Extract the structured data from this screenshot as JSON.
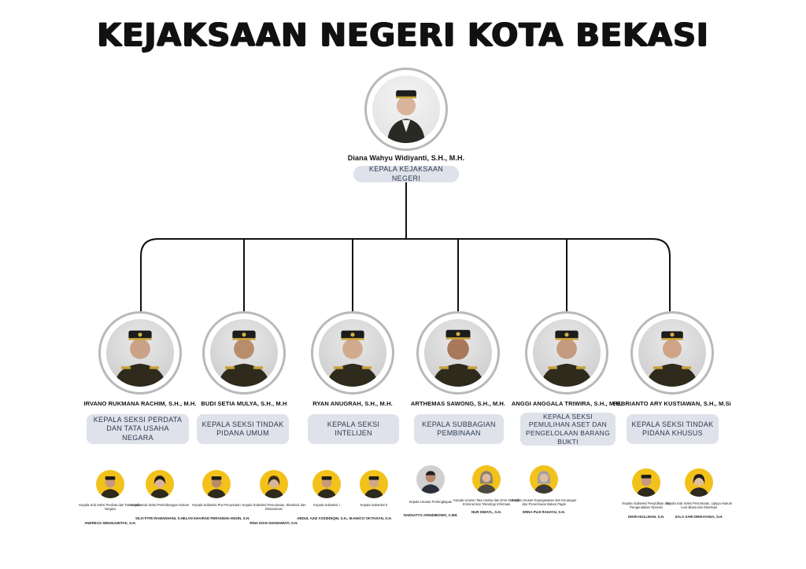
{
  "title": "KEJAKSAAN NEGERI KOTA BEKASI",
  "head": {
    "name": "Diana Wahyu Widiyanti, S.H., M.H.",
    "role": "KEPALA KEJAKSAAN NEGERI"
  },
  "sections": [
    {
      "name": "IRVANO RUKMANA RACHIM, S.H., M.H.",
      "role": "KEPALA SEKSI PERDATA DAN TATA USAHA NEGARA"
    },
    {
      "name": "BUDI SETIA MULYA, S.H., M.H",
      "role": "KEPALA SEKSI TINDAK PIDANA UMUM"
    },
    {
      "name": "RYAN ANUGRAH, S.H., M.H.",
      "role": "KEPALA SEKSI INTELIJEN"
    },
    {
      "name": "ARTHEMAS SAWONG, S.H., M.H.",
      "role": "KEPALA SUBBAGIAN PEMBINAAN"
    },
    {
      "name": "ANGGI ANGGALA TRIWIRA, S.H., M.H.",
      "role": "KEPALA SEKSI PEMULIHAN ASET DAN PENGELOLAAN BARANG BUKTI"
    },
    {
      "name": "FEBRIANTO ARY KUSTIAWAN, S.H., M.Si",
      "role": "KEPALA SEKSI TINDAK PIDANA KHUSUS"
    }
  ],
  "staff": [
    {
      "title": "Kepala Sub Seksi Perdata dan Tata Usaha Negara",
      "name": "ANDREAS SIMANJUNTAK, S.H."
    },
    {
      "title": "Kepala Sub Seksi Pertimbangan Hukum",
      "name": "SILVI FITRI RAMADHANI, S.H."
    },
    {
      "title": "Kepala Subseksi Pra Penuntutan",
      "name": "ELAN KHAIRAD PERANGIN-ANGIN, S.H."
    },
    {
      "title": "Kepala Subseksi Penuntutan, Eksekusi dan Eksaminasi",
      "name": "RINA DIAN SUKMAWATI, S.H."
    },
    {
      "title": "Kepala Subseksi I",
      "name": "ABDUL AZIZ ASSIDDIQIN, S.H., M.H."
    },
    {
      "title": "Kepala Subseksi II",
      "name": "NICO OKTAVIAN, S.H."
    },
    {
      "title": "Kepala Urusan Perlengkapan",
      "name": "NARSATYO ARINDIBOWO, A.Md."
    },
    {
      "title": "Kepala Urusan Tata Usaha dan Dms Statistik Kriminal dan Teknologi Informasi",
      "name": "NUR ISMAYL, S.H."
    },
    {
      "title": "Kepala Urusan Kepegawaian dan Keuangan dan Penerimaan Bukan Pajak",
      "name": "ERNA PUJI RAHAYU, S.H."
    },
    {
      "title": "Kepala Subseksi Penyidikan dan Pengendalian Operasi",
      "name": "DIKRI HOLLMAN, S.H."
    },
    {
      "title": "Kepala Sub Seksi Penuntutan, Upaya Hukum Luar Biasa dan Eksekusi",
      "name": "ZALA SARI DRIKAYANA, S.H."
    }
  ]
}
